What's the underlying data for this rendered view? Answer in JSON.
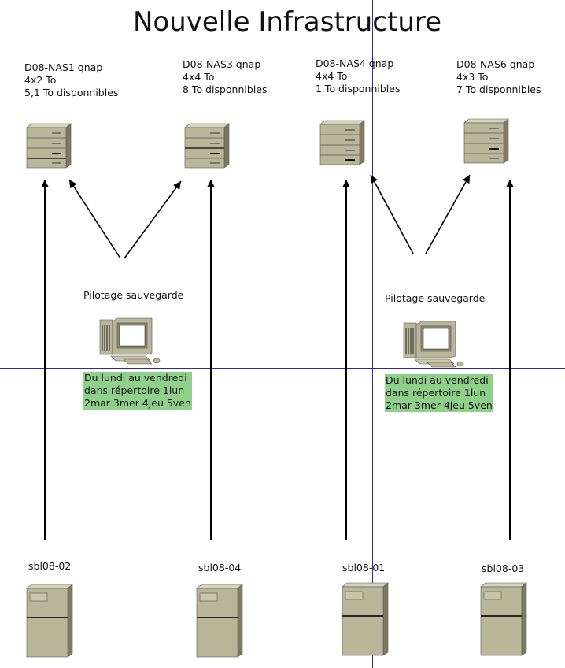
{
  "title": "Nouvelle Infrastructure",
  "colors": {
    "guide": "#2a2aa0",
    "device_fill": "#b9b69a",
    "device_dark": "#7d7a60",
    "note_bg": "#8fd18a",
    "arrow": "#000000",
    "handle": "#5555cc"
  },
  "nas": [
    {
      "name": "D08-NAS1 qnap",
      "disks": "4x2 To",
      "free": "5,1 To disponnibles"
    },
    {
      "name": "D08-NAS3 qnap",
      "disks": "4x4 To",
      "free": "8 To disponnibles"
    },
    {
      "name": "D08-NAS4 qnap",
      "disks": "4x4 To",
      "free": "1 To disponnibles"
    },
    {
      "name": "D08-NAS6 qnap",
      "disks": "4x3 To",
      "free": "7 To disponnibles"
    }
  ],
  "pilots": [
    {
      "label": "Pilotage sauvegarde",
      "note": [
        "Du lundi au vendredi",
        "dans répertoire 1lun",
        "2mar 3mer 4jeu 5ven"
      ]
    },
    {
      "label": "Pilotage sauvegarde",
      "note": [
        "Du lundi au vendredi",
        "dans répertoire 1lun",
        "2mar 3mer 4jeu 5ven"
      ]
    }
  ],
  "servers": [
    {
      "name": "sbl08-02"
    },
    {
      "name": "sbl08-04"
    },
    {
      "name": "sbl08-01"
    },
    {
      "name": "sbl08-03"
    }
  ]
}
